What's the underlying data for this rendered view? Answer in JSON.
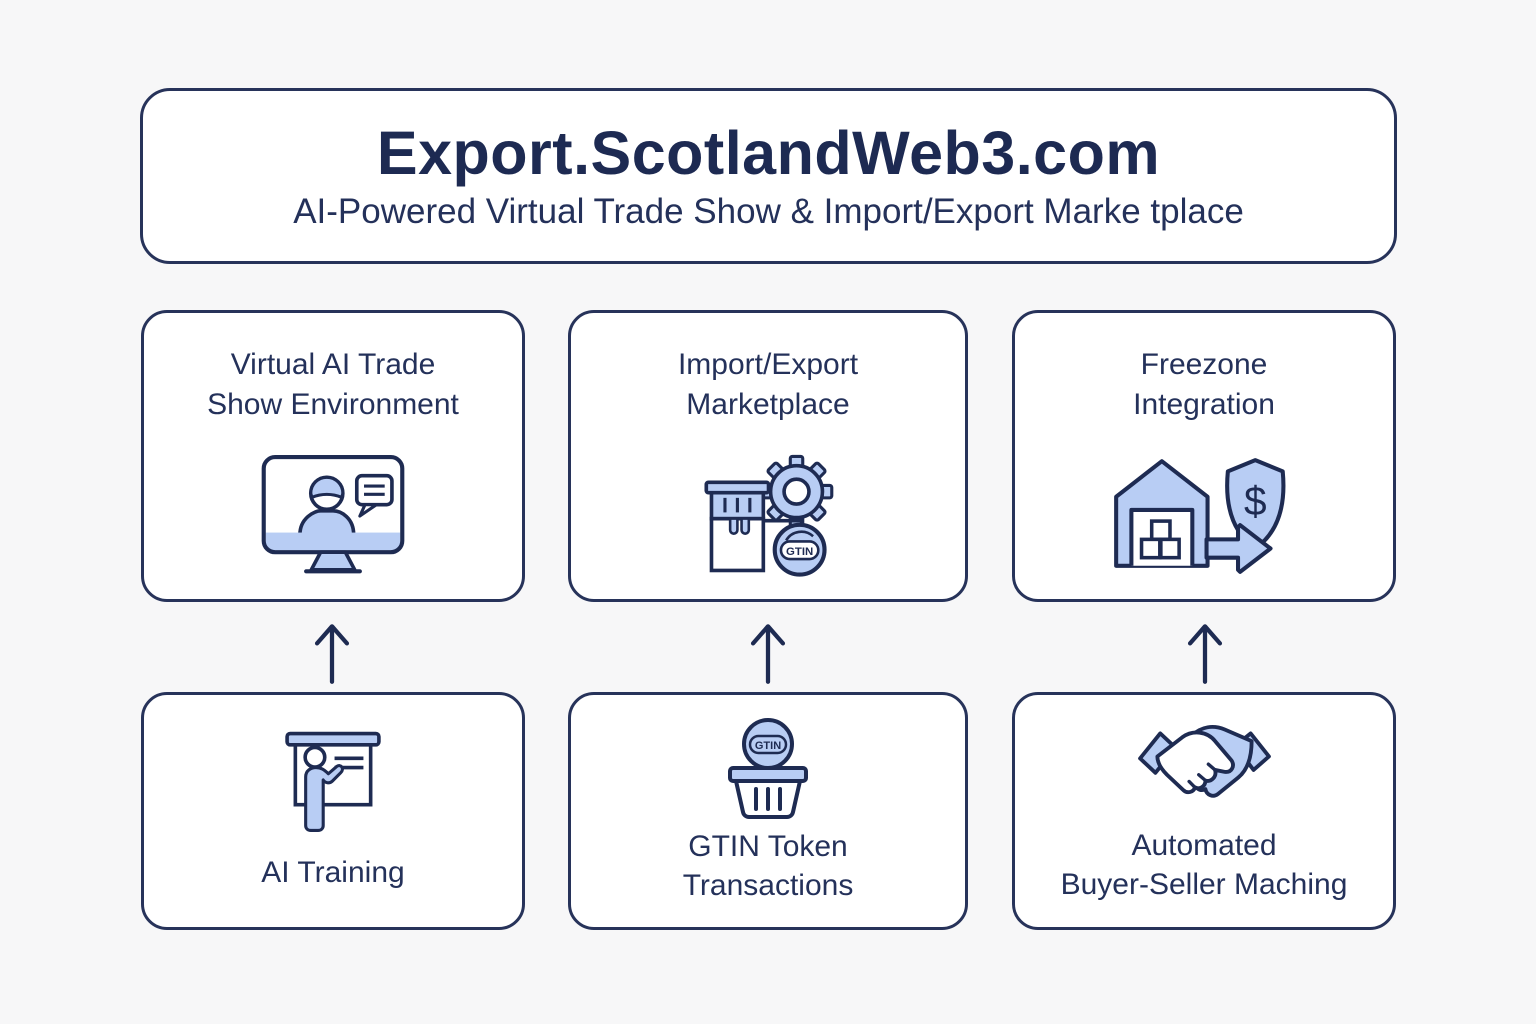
{
  "header": {
    "title": "Export.ScotlandWeb3.com",
    "subtitle": "AI-Powered Virtual Trade Show & Import/Export Marke tplace"
  },
  "features": {
    "top": [
      {
        "title": "Virtual AI Trade\nShow Environment",
        "icon": "virtual-trade-show-monitor-icon"
      },
      {
        "title": "Import/Export\nMarketplace",
        "icon": "storefront-gear-gtin-icon"
      },
      {
        "title": "Freezone\nIntegration",
        "icon": "warehouse-arrow-shield-icon"
      }
    ],
    "bottom": [
      {
        "title": "AI Training",
        "icon": "trainer-presentation-icon"
      },
      {
        "title": "GTIN Token\nTransactions",
        "icon": "gtin-coin-basket-icon"
      },
      {
        "title": "Automated\nBuyer-Seller Maching",
        "icon": "handshake-icon"
      }
    ]
  },
  "icon_text": {
    "gtin_marketplace": "GTIN",
    "gtin_coin": "GTIN",
    "dollar": "$"
  },
  "colors": {
    "navy": "#1e2b52",
    "border_navy": "#27335a",
    "light_blue": "#b8cdf4",
    "card_bg": "#ffffff",
    "page_bg": "#f7f7f8"
  }
}
